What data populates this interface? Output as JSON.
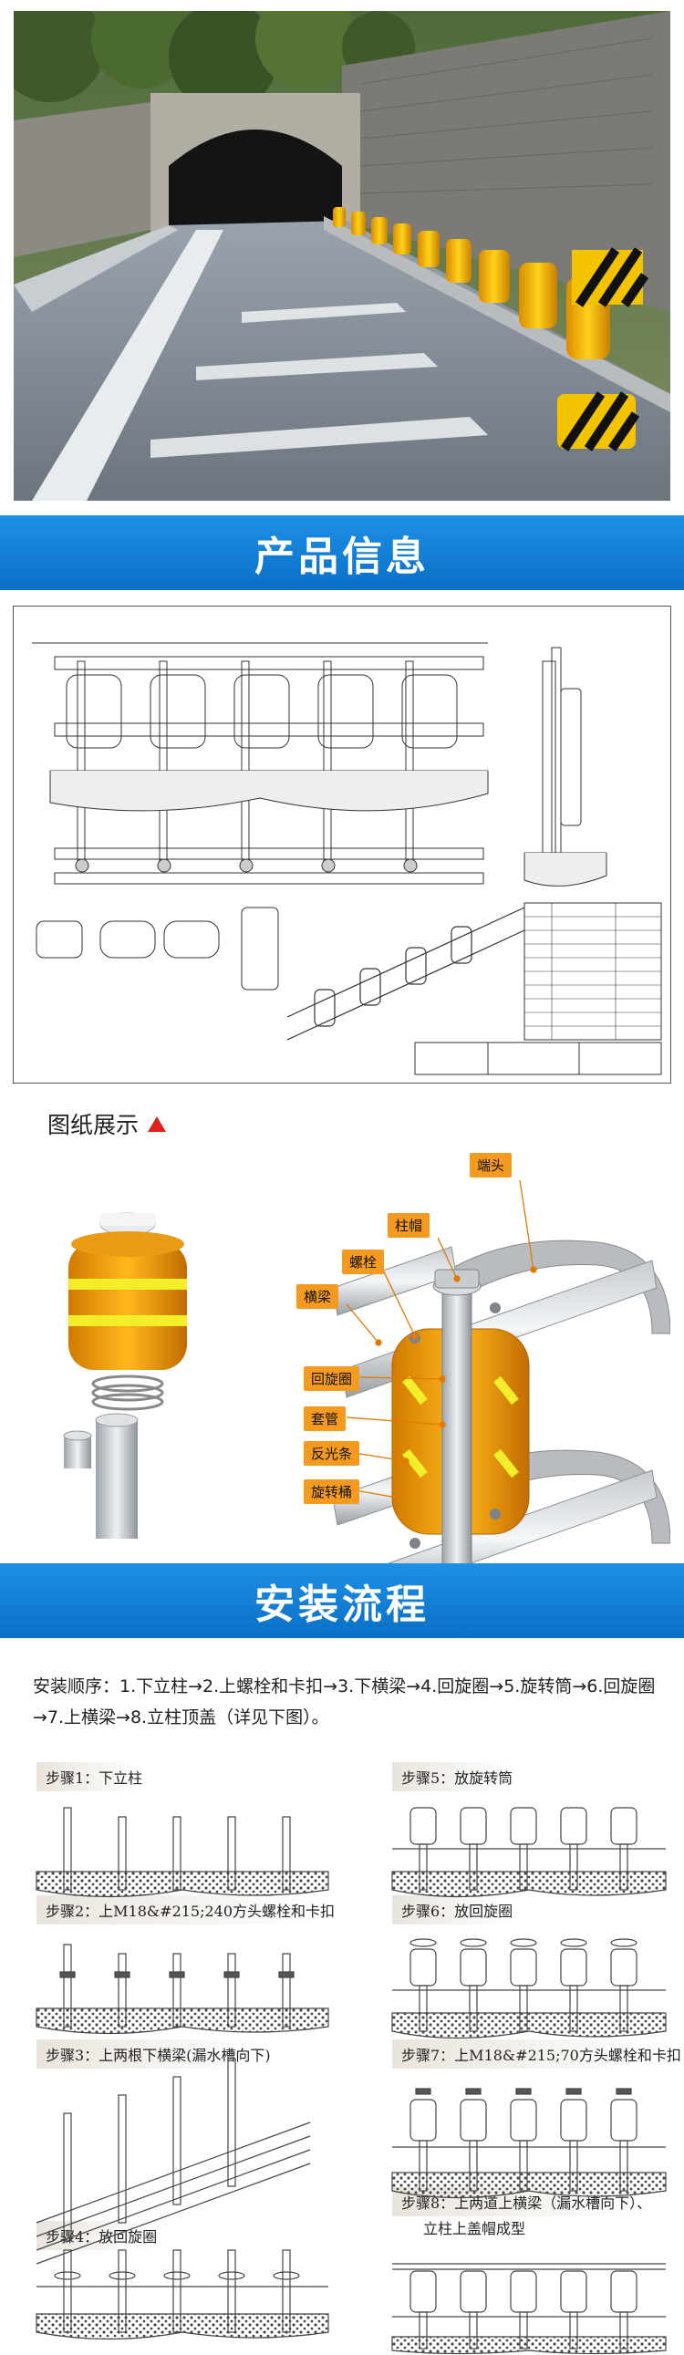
{
  "sections": {
    "product_info": "产品信息",
    "drawing_show": "图纸展示",
    "install_flow": "安装流程"
  },
  "parts": {
    "labels": [
      "端头",
      "柱帽",
      "螺栓",
      "横梁",
      "回旋圈",
      "套管",
      "反光条",
      "旋转桶"
    ]
  },
  "install": {
    "order_text": "安装顺序：1.下立柱→2.上螺栓和卡扣→3.下横梁→4.回旋圈→5.旋转筒→6.回旋圈→7.上横梁→8.立柱顶盖（详见下图）。",
    "steps": [
      {
        "title": "步骤1：下立柱"
      },
      {
        "title": "步骤2：上M18&#215;240方头螺栓和卡扣"
      },
      {
        "title": "步骤3：上两根下横梁(漏水槽向下)"
      },
      {
        "title": "步骤4：放回旋圈"
      },
      {
        "title": "步骤5：放旋转筒"
      },
      {
        "title": "步骤6：放回旋圈"
      },
      {
        "title": "步骤7：上M18&#215;70方头螺栓和卡扣"
      },
      {
        "title": "步骤8：上两道上横梁（漏水槽向下）、",
        "title2": "立柱上盖帽成型"
      }
    ]
  },
  "colors": {
    "banner": "#0a6fc6",
    "accent": "#f39a1f",
    "barrel": "#f5b000",
    "reflective": "#f2ef2a",
    "red": "#e0201c"
  }
}
